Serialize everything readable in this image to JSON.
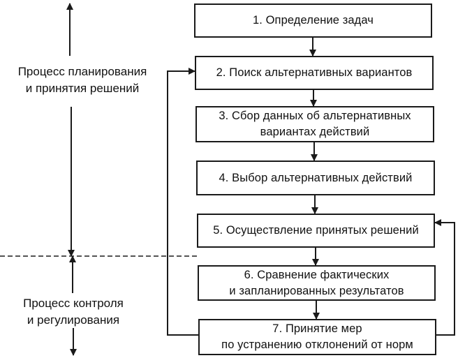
{
  "diagram": {
    "title": "Процессы управления: планирование и контроль",
    "phases": {
      "planning": {
        "line1": "Процесс планирования",
        "line2": "и принятия решений"
      },
      "control": {
        "line1": "Процесс контроля",
        "line2": "и регулирования"
      }
    },
    "steps": [
      {
        "line1": "1. Определение задач",
        "line2": ""
      },
      {
        "line1": "2. Поиск альтернативных вариантов",
        "line2": ""
      },
      {
        "line1": "3. Сбор данных об альтернативных",
        "line2": "вариантах действий"
      },
      {
        "line1": "4. Выбор альтернативных действий",
        "line2": ""
      },
      {
        "line1": "5. Осуществление принятых решений",
        "line2": ""
      },
      {
        "line1": "6. Сравнение фактических",
        "line2": "и запланированных результатов"
      },
      {
        "line1": "7. Принятие мер",
        "line2": "по устранению отклонений от норм"
      }
    ],
    "connections": [
      {
        "from": 1,
        "to": 2,
        "type": "sequence"
      },
      {
        "from": 2,
        "to": 3,
        "type": "sequence"
      },
      {
        "from": 3,
        "to": 4,
        "type": "sequence"
      },
      {
        "from": 4,
        "to": 5,
        "type": "sequence"
      },
      {
        "from": 5,
        "to": 6,
        "type": "sequence"
      },
      {
        "from": 6,
        "to": 7,
        "type": "sequence"
      },
      {
        "from": 7,
        "to": 2,
        "type": "feedback-left"
      },
      {
        "from": 7,
        "to": 5,
        "type": "feedback-right"
      }
    ],
    "colors": {
      "line": "#1a1a1a",
      "background": "#ffffff"
    }
  }
}
